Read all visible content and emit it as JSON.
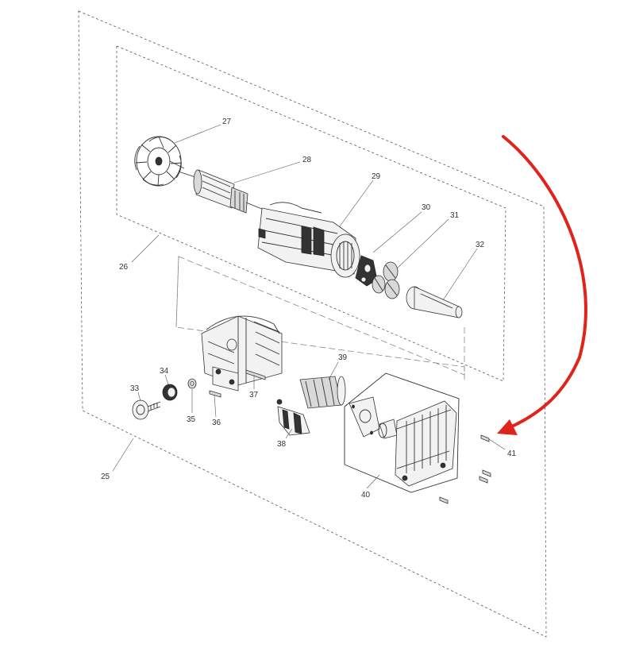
{
  "callouts": [
    {
      "id": "c25",
      "label": "25"
    },
    {
      "id": "c26",
      "label": "26"
    },
    {
      "id": "c27",
      "label": "27"
    },
    {
      "id": "c28",
      "label": "28"
    },
    {
      "id": "c29",
      "label": "29"
    },
    {
      "id": "c30",
      "label": "30"
    },
    {
      "id": "c31",
      "label": "31"
    },
    {
      "id": "c32",
      "label": "32"
    },
    {
      "id": "c33",
      "label": "33"
    },
    {
      "id": "c34",
      "label": "34"
    },
    {
      "id": "c35",
      "label": "35"
    },
    {
      "id": "c36",
      "label": "36"
    },
    {
      "id": "c37",
      "label": "37"
    },
    {
      "id": "c38",
      "label": "38"
    },
    {
      "id": "c39",
      "label": "39"
    },
    {
      "id": "c40",
      "label": "40"
    },
    {
      "id": "c41",
      "label": "41"
    }
  ],
  "colors": {
    "arrow": "#e0241b",
    "line": "#333333",
    "dashed_border": "#555555"
  }
}
